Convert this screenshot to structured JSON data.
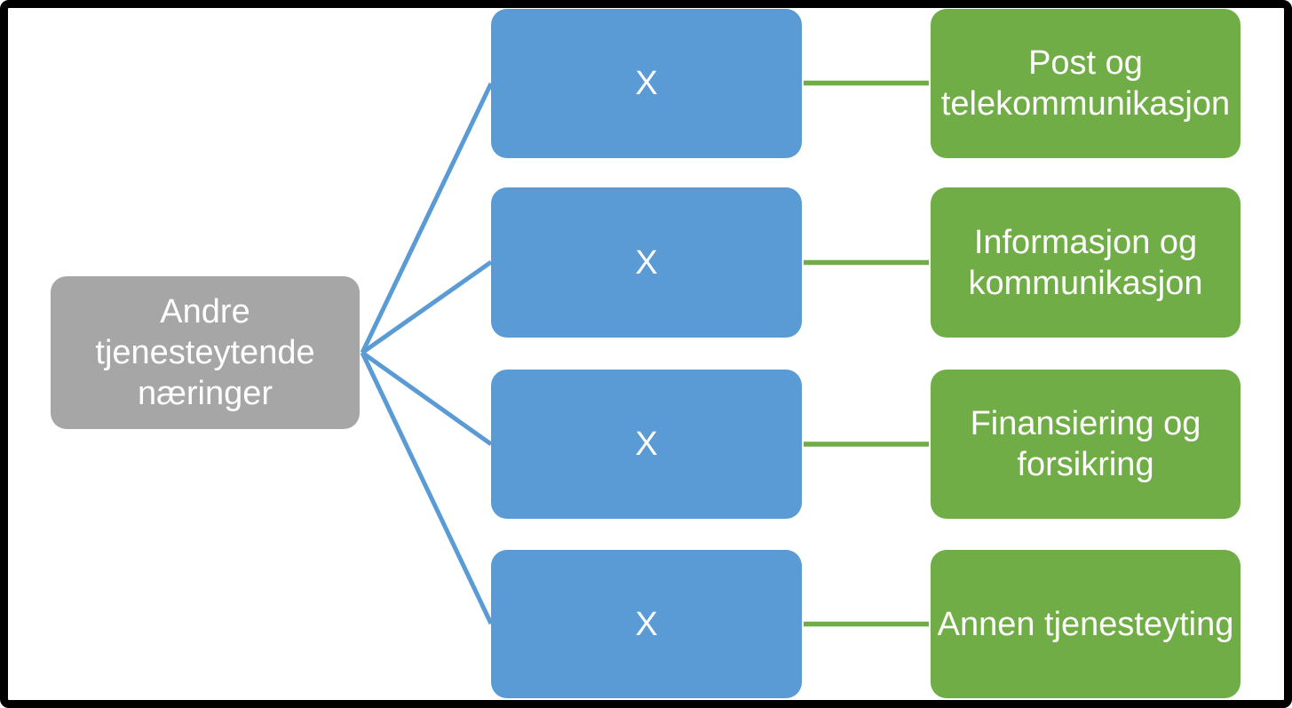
{
  "diagram": {
    "root_label": "Andre\ntjenesteytende\nnæringer",
    "rows": [
      {
        "mid_label": "X",
        "leaf_label": "Post og telekommunikasjon"
      },
      {
        "mid_label": "X",
        "leaf_label": "Informasjon og kommunikasjon"
      },
      {
        "mid_label": "X",
        "leaf_label": "Finansiering og forsikring"
      },
      {
        "mid_label": "X",
        "leaf_label": "Annen tjenesteyting"
      }
    ],
    "colors": {
      "root_fill": "#a6a6a6",
      "mid_fill": "#5b9bd5",
      "leaf_fill": "#70ad47",
      "blue_connector": "#5b9bd5",
      "green_connector": "#70ad47",
      "label_text": "#ffffff",
      "frame": "#000000"
    }
  }
}
